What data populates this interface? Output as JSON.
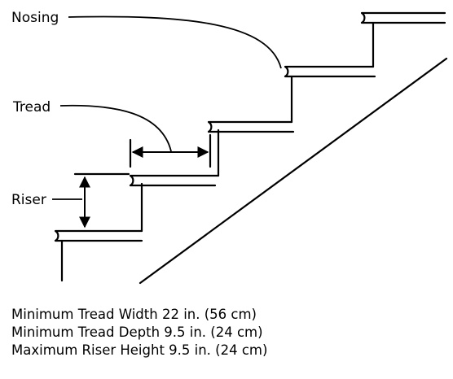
{
  "labels": {
    "nosing": "Nosing",
    "tread": "Tread",
    "riser": "Riser"
  },
  "requirements": [
    "Minimum Tread Width 22 in. (56 cm)",
    "Minimum Tread Depth 9.5 in. (24 cm)",
    "Maximum Riser Height 9.5 in. (24 cm)"
  ],
  "colors": {
    "line": "#000000",
    "background": "#ffffff"
  }
}
